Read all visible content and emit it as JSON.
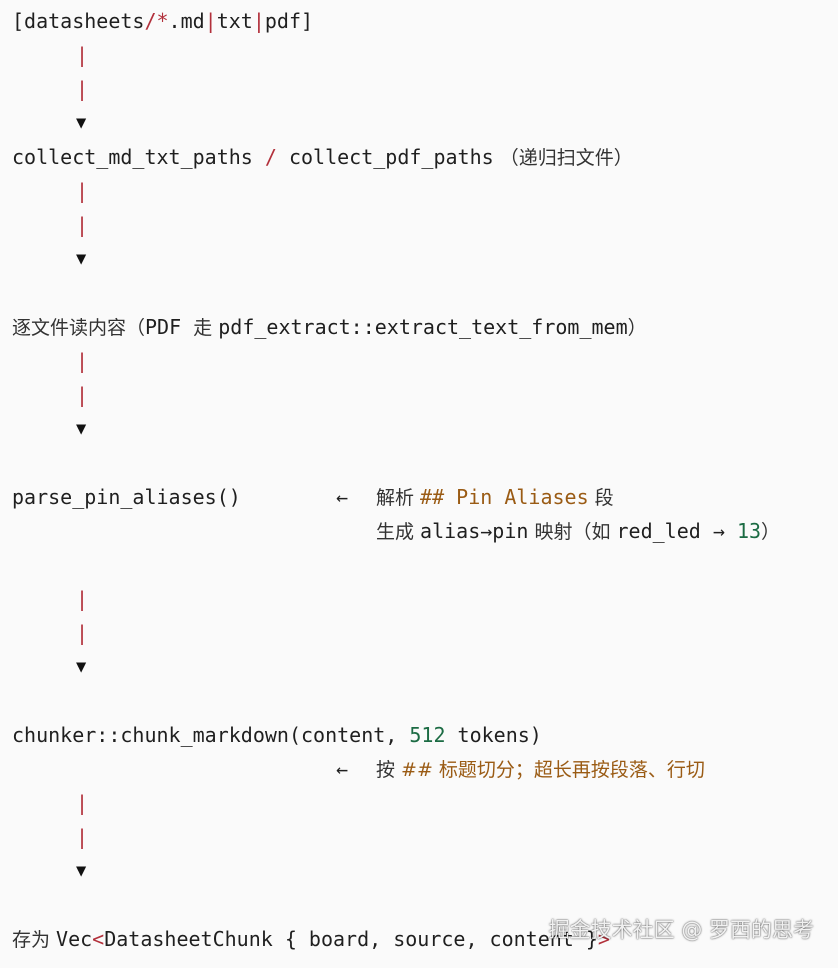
{
  "flow": {
    "step1": {
      "open": "[datasheets",
      "slash": "/",
      "star": "*",
      "ext1": ".md",
      "pipe1": "|",
      "ext2": "txt",
      "pipe2": "|",
      "ext3": "pdf",
      "close": "]"
    },
    "bar": "|",
    "arrow": "▼",
    "step2": {
      "fn1": "collect_md_txt_paths",
      "sep": " / ",
      "fn2": "collect_pdf_paths",
      "note": " （递归扫文件）"
    },
    "step3": {
      "prefix": "逐文件读内容（",
      "pdf": "PDF ",
      "zou": "走 ",
      "fn": "pdf_extract::extract_text_from_mem",
      "suffix": "）"
    },
    "step4": {
      "fn": "parse_pin_aliases()",
      "left_arrow": "←",
      "note1_a": "解析 ",
      "note1_kw": "## Pin Aliases",
      "note1_b": " 段",
      "note2_a": "生成 ",
      "note2_code": "alias→pin",
      "note2_b": " 映射（如 ",
      "note2_alias": "red_led",
      "note2_arrow": " → ",
      "note2_num": "13",
      "note2_c": "）"
    },
    "step5": {
      "fn": "chunker::chunk_markdown(content, ",
      "num": "512",
      "rest": " tokens)",
      "left_arrow": "←",
      "note_a": "按 ",
      "note_kw": "## 标题切分；超长再按段落、行切"
    },
    "step6": {
      "prefix": "存为 ",
      "type": "Vec",
      "lt": "<",
      "inner": "DatasheetChunk { board, source, content }",
      "gt": ">"
    }
  },
  "watermark": "掘金技术社区 @ 罗西的思考"
}
